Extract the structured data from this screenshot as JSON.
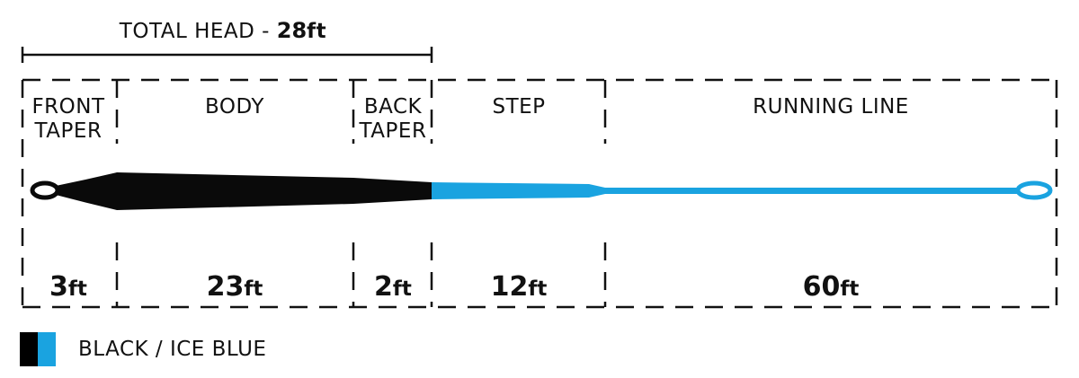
{
  "total_head": {
    "label": "TOTAL HEAD - ",
    "value": "28",
    "unit": "ft"
  },
  "segments": [
    {
      "name": "front-taper",
      "label_lines": [
        "FRONT",
        "TAPER"
      ],
      "length": "3",
      "unit": "ft"
    },
    {
      "name": "body",
      "label_lines": [
        "BODY"
      ],
      "length": "23",
      "unit": "ft"
    },
    {
      "name": "back-taper",
      "label_lines": [
        "BACK",
        "TAPER"
      ],
      "length": "2",
      "unit": "ft"
    },
    {
      "name": "step",
      "label_lines": [
        "STEP"
      ],
      "length": "12",
      "unit": "ft"
    },
    {
      "name": "running-line",
      "label_lines": [
        "RUNNING LINE"
      ],
      "length": "60",
      "unit": "ft"
    }
  ],
  "legend": {
    "label": "BLACK / ICE BLUE",
    "colors": [
      "#000000",
      "#1aa3e0"
    ]
  },
  "colors": {
    "head": "#0a0a0a",
    "running_line": "#1aa3e0"
  }
}
